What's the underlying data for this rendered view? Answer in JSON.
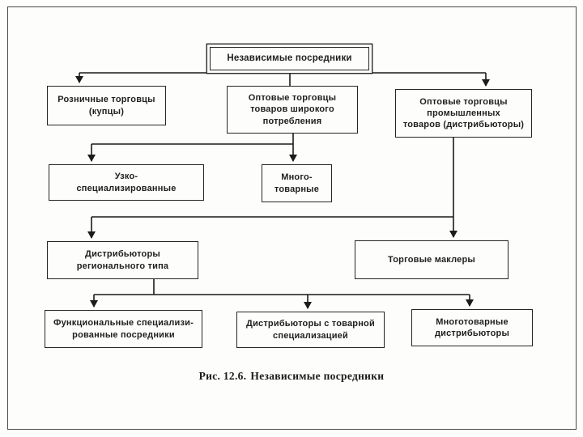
{
  "page": {
    "background": "#fdfdfc",
    "frame_color": "#4a4a48",
    "line_color": "#1b1b19"
  },
  "caption": {
    "label": "Рис. 12.6.",
    "title": "Независимые посредники"
  },
  "diagram": {
    "type": "org-flowchart",
    "nodes": [
      {
        "id": "root",
        "label": "Независимые посредники"
      },
      {
        "id": "retail",
        "label": "Розничные торговцы\n(купцы)"
      },
      {
        "id": "wholesale-consumer",
        "label": "Оптовые торговцы\nтоваров широкого\nпотребления"
      },
      {
        "id": "wholesale-industrial",
        "label": "Оптовые торговцы\nпромышленных\nтоваров (дистрибьюторы)"
      },
      {
        "id": "narrow-specialized",
        "label": "Узко-\nспециализированные"
      },
      {
        "id": "multi-product",
        "label": "Много-\nтоварные"
      },
      {
        "id": "regional-distributors",
        "label": "Дистрибьюторы\nрегионального типа"
      },
      {
        "id": "trade-brokers",
        "label": "Торговые маклеры"
      },
      {
        "id": "functional-specialized",
        "label": "Функциональные специализи-\nрованные посредники"
      },
      {
        "id": "product-specialized",
        "label": "Дистрибьюторы с товарной\nспециализацией"
      },
      {
        "id": "multiproduct-distributors",
        "label": "Многотоварные\nдистрибьюторы"
      }
    ],
    "edges": [
      {
        "from": "root",
        "to": "retail"
      },
      {
        "from": "root",
        "to": "wholesale-consumer"
      },
      {
        "from": "root",
        "to": "wholesale-industrial"
      },
      {
        "from": "wholesale-consumer",
        "to": "narrow-specialized"
      },
      {
        "from": "wholesale-consumer",
        "to": "multi-product"
      },
      {
        "from": "wholesale-industrial",
        "to": "regional-distributors"
      },
      {
        "from": "wholesale-industrial",
        "to": "trade-brokers"
      },
      {
        "from": "regional-distributors",
        "to": "functional-specialized"
      },
      {
        "from": "regional-distributors",
        "to": "product-specialized"
      },
      {
        "from": "regional-distributors",
        "to": "multiproduct-distributors"
      }
    ]
  }
}
